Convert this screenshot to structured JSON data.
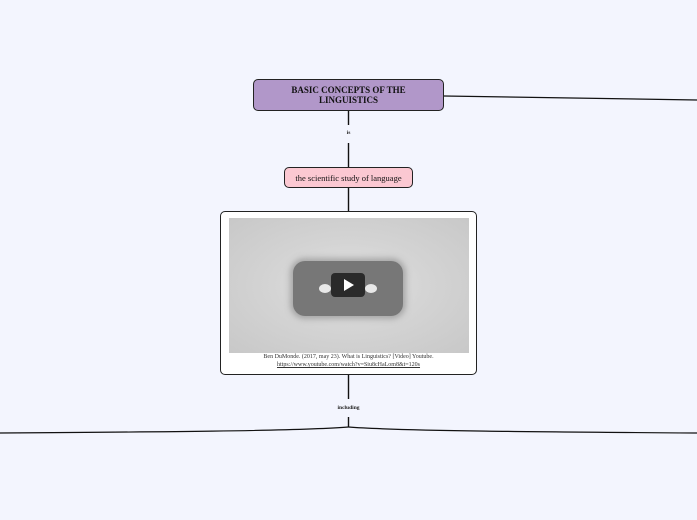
{
  "mindmap": {
    "root": {
      "title": "BASIC CONCEPTS OF THE LINGUISTICS",
      "color": "#b197c9"
    },
    "connector_is": "is",
    "definition": {
      "text": "the scientific study of language",
      "color": "#fbc8d2"
    },
    "video": {
      "icon": "play-icon",
      "citation": "Ben DuMonde. (2017, may 23). What is Linguistics? [Video] Youtube.",
      "link": "https://www.youtube.com/watch?v=Siu8cHaLom8&t=120s"
    },
    "connector_including": "including"
  }
}
